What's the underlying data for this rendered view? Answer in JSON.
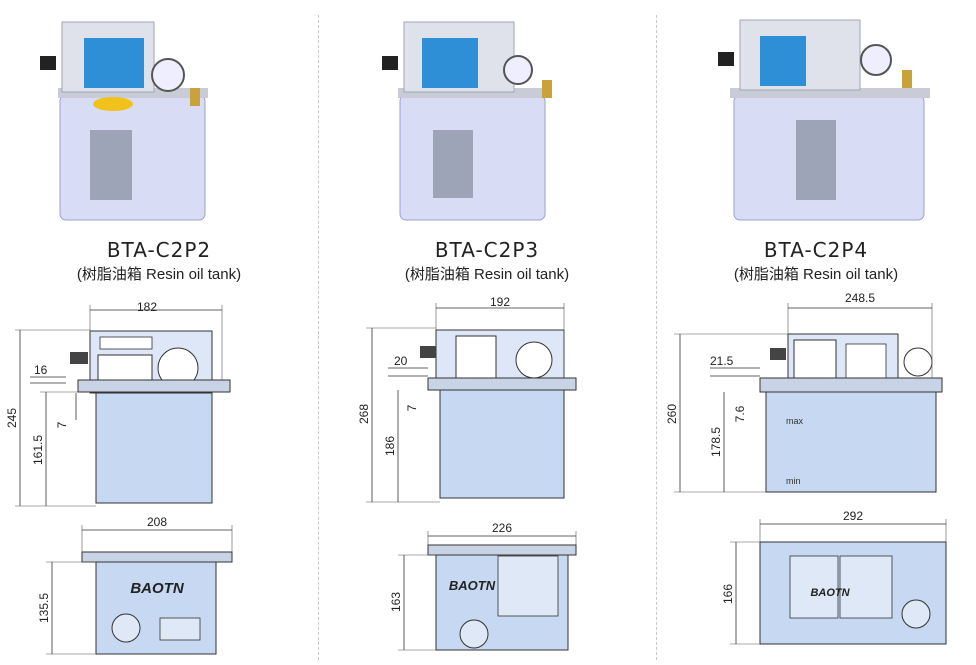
{
  "products": [
    {
      "model": "BTA-C2P2",
      "subtitle": "(树脂油箱 Resin oil tank)",
      "front_dims": {
        "width": "182",
        "height": "245",
        "lower_height": "161.5",
        "d1": "16",
        "d2": "7"
      },
      "top_dims": {
        "width": "208",
        "depth": "135.5"
      },
      "brand": "BAOTN"
    },
    {
      "model": "BTA-C2P3",
      "subtitle": "(树脂油箱 Resin oil tank)",
      "front_dims": {
        "width": "192",
        "height": "268",
        "lower_height": "186",
        "d1": "20",
        "d2": "7"
      },
      "top_dims": {
        "width": "226",
        "depth": "163"
      },
      "brand": "BAOTN"
    },
    {
      "model": "BTA-C2P4",
      "subtitle": "(树脂油箱 Resin oil tank)",
      "front_dims": {
        "width": "248.5",
        "height": "260",
        "lower_height": "178.5",
        "d1": "21.5",
        "d2": "7.6"
      },
      "top_dims": {
        "width": "292",
        "depth": "166"
      },
      "brand": "BAOTN",
      "tank_marks": {
        "max": "max",
        "min": "min"
      }
    }
  ]
}
